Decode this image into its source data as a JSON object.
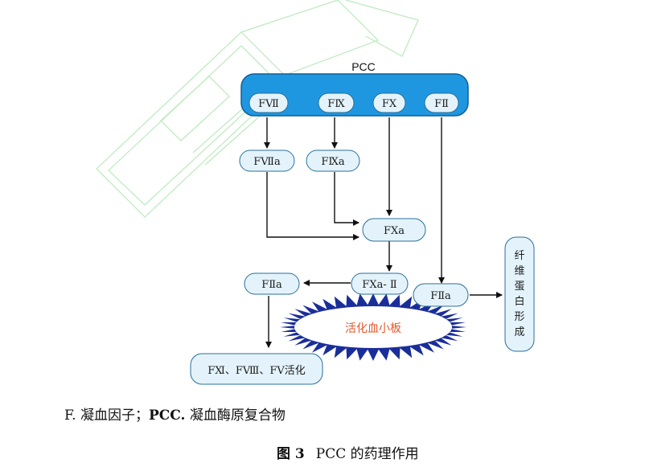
{
  "pcc": {
    "label": "PCC",
    "factors": [
      "FⅦ",
      "FⅨ",
      "FⅩ",
      "FⅡ"
    ]
  },
  "nodes": {
    "f7a": "FⅦa",
    "f9a": "FⅨa",
    "f10a": "FⅩa",
    "f10a_2": "FⅩa- Ⅱ",
    "f2a_left": "FⅡa",
    "f2a_right": "FⅡa",
    "fibrin": "纤维蛋白形成",
    "activated_platelets": "活化血小板",
    "activation": "FⅪ、FⅧ、FⅤ活化"
  },
  "legend": {
    "f_prefix": "F.",
    "f_text": " 凝血因子；",
    "pcc_prefix": "PCC.",
    "pcc_text": " 凝血酶原复合物"
  },
  "figure": {
    "number": "图 3",
    "title": "PCC 的药理作用"
  },
  "colors": {
    "pcc_bar": "#1f97e0",
    "node_fill": "#e4f3fb",
    "node_stroke": "#2a6f9c",
    "platelet_fill": "#1a2e9a",
    "platelet_text": "#e8562a",
    "watermark": "#9fe0a0"
  }
}
